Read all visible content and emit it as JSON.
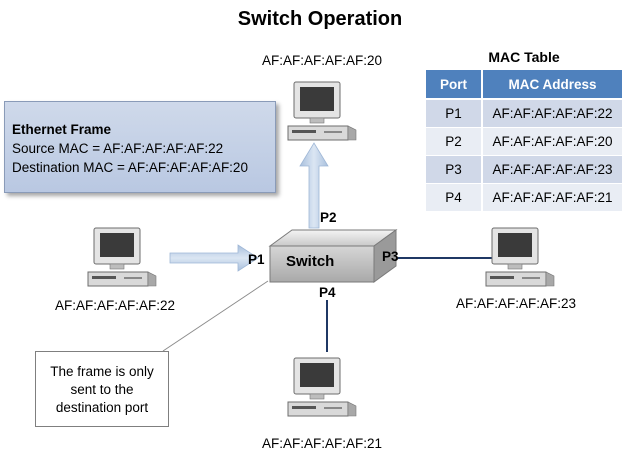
{
  "title": "Switch Operation",
  "ethernet_frame": {
    "heading": "Ethernet Frame",
    "source_line": "Source MAC = AF:AF:AF:AF:AF:22",
    "destination_line": "Destination MAC = AF:AF:AF:AF:AF:20"
  },
  "mac_table": {
    "title": "MAC Table",
    "headers": [
      "Port",
      "MAC Address"
    ],
    "rows": [
      {
        "port": "P1",
        "mac": "AF:AF:AF:AF:AF:22"
      },
      {
        "port": "P2",
        "mac": "AF:AF:AF:AF:AF:20"
      },
      {
        "port": "P3",
        "mac": "AF:AF:AF:AF:AF:23"
      },
      {
        "port": "P4",
        "mac": "AF:AF:AF:AF:AF:21"
      }
    ]
  },
  "switch": {
    "label": "Switch",
    "ports": {
      "p1": "P1",
      "p2": "P2",
      "p3": "P3",
      "p4": "P4"
    }
  },
  "computers": {
    "top": "AF:AF:AF:AF:AF:20",
    "left": "AF:AF:AF:AF:AF:22",
    "right": "AF:AF:AF:AF:AF:23",
    "bottom": "AF:AF:AF:AF:AF:21"
  },
  "callout": {
    "line1": "The frame is only",
    "line2": "sent to the",
    "line3": "destination port"
  },
  "colors": {
    "accent": "#4f81bd",
    "arrow": "#b8cce4",
    "link": "#1f3864"
  }
}
